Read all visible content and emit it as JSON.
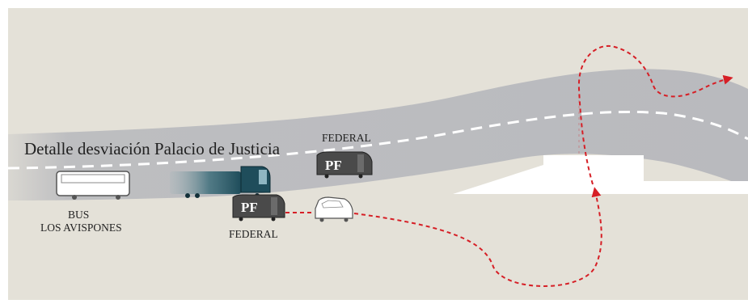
{
  "title": "Detalle desviación Palacio de Justicia",
  "labels": {
    "federal_top": "FEDERAL",
    "federal_bottom": "FEDERAL",
    "bus_line1": "BUS",
    "bus_line2": "LOS AVISPONES"
  },
  "vehicles": {
    "pf_badge": "PF"
  },
  "colors": {
    "background": "#e4e1d8",
    "frame": "#ffffff",
    "road": "#b9babe",
    "road_dash": "#ffffff",
    "police_car": "#4a4a4a",
    "truck": "#2a5a6a",
    "route": "#d61f26"
  }
}
